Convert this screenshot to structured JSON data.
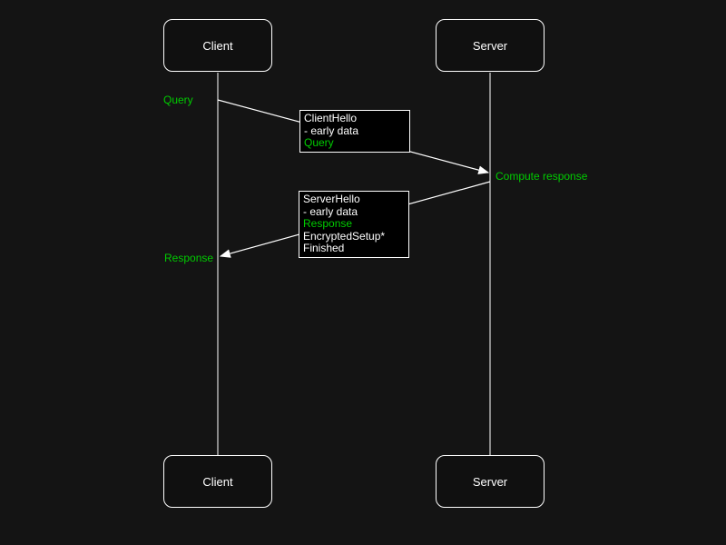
{
  "colors": {
    "background": "#141414",
    "box_fill": "#000000",
    "stroke": "#ffffff",
    "text": "#ffffff",
    "accent_green": "#00cc00"
  },
  "actors": {
    "client": "Client",
    "server": "Server"
  },
  "labels": {
    "query": "Query",
    "compute_response": "Compute response",
    "response": "Response"
  },
  "messages": [
    {
      "direction": "client-to-server",
      "lines": [
        "ClientHello",
        "- early data",
        "Query"
      ],
      "green_line_indexes": [
        2
      ]
    },
    {
      "direction": "server-to-client",
      "lines": [
        "ServerHello",
        "- early data",
        "Response",
        "EncryptedSetup*",
        "Finished"
      ],
      "green_line_indexes": [
        2
      ]
    }
  ]
}
